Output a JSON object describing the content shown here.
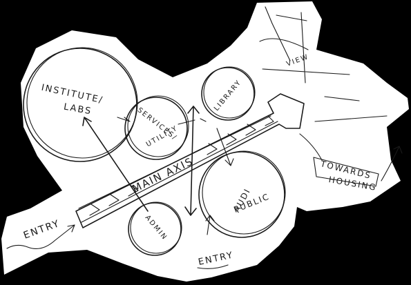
{
  "zones": {
    "institute_labs": [
      "INSTITUTE/",
      "LABS"
    ],
    "services_utility": [
      "SERVICES/",
      "UTILITY"
    ],
    "library": "LIBRARY",
    "admin": "ADMIN",
    "audi_public": [
      "AUDI",
      "PUBLIC"
    ]
  },
  "labels": {
    "main_axis": "MAIN AXIS",
    "entry_left": "ENTRY",
    "entry_bottom": "ENTRY",
    "towards_housing": [
      "TOWARDS",
      "HOUSING"
    ],
    "view": "VIEW"
  },
  "colors": {
    "ink": "#1a1a1a",
    "paper": "#ffffff",
    "background": "#000000"
  }
}
